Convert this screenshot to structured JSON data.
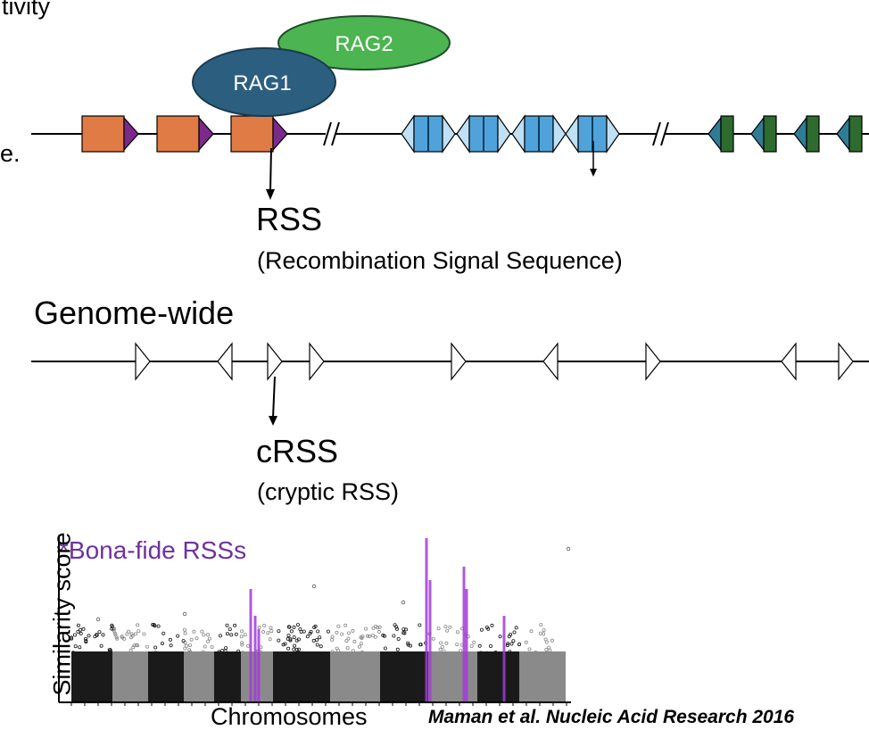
{
  "text": {
    "fragment_top": "tivity",
    "fragment_side": "e.",
    "rag1": "RAG1",
    "rag2": "RAG2",
    "rss": "RSS",
    "rss_full": "(Recombination Signal Sequence)",
    "genome_wide": "Genome-wide",
    "crss": "cRSS",
    "crss_full": "(cryptic RSS)",
    "bona_fide": "*Bona-fide RSSs",
    "y_axis": "Similarity score",
    "x_axis": "Chromosomes",
    "citation": "Maman et al. Nucleic Acid Research 2016"
  },
  "colors": {
    "v_segment": "#e07b45",
    "rss_triangle": "#7b2a8c",
    "d_segment": "#4fa3da",
    "j_segment": "#2e6b2f",
    "j_triangle": "#2f7d95",
    "rag1": "#2c5f7f",
    "rag2": "#4cb450",
    "bona_fide": "#a13bd6",
    "scores_dark": "#1a1a1a",
    "scores_light": "#8a8a8a"
  }
}
